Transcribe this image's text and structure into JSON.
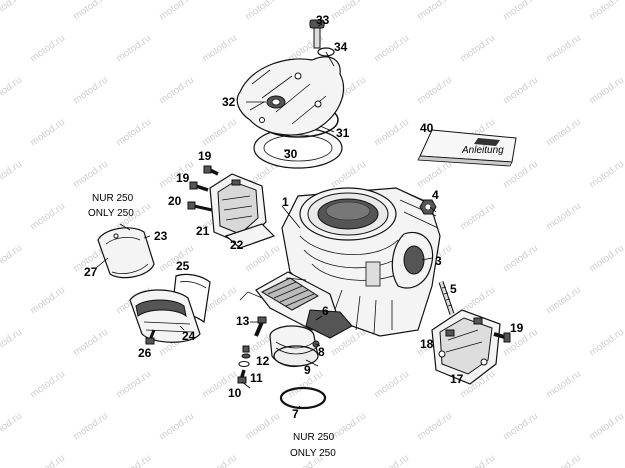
{
  "watermark": "motod.ru",
  "notes": {
    "note_top": [
      "NUR 250",
      "ONLY 250"
    ],
    "note_bottom": [
      "NUR 250",
      "ONLY 250"
    ]
  },
  "callouts": [
    "1",
    "3",
    "4",
    "5",
    "6",
    "7",
    "8",
    "9",
    "10",
    "11",
    "12",
    "13",
    "17",
    "18",
    "19",
    "19",
    "19",
    "20",
    "21",
    "22",
    "23",
    "24",
    "25",
    "26",
    "27",
    "30",
    "31",
    "32",
    "33",
    "34",
    "40"
  ],
  "manual_text": "Anleitung"
}
